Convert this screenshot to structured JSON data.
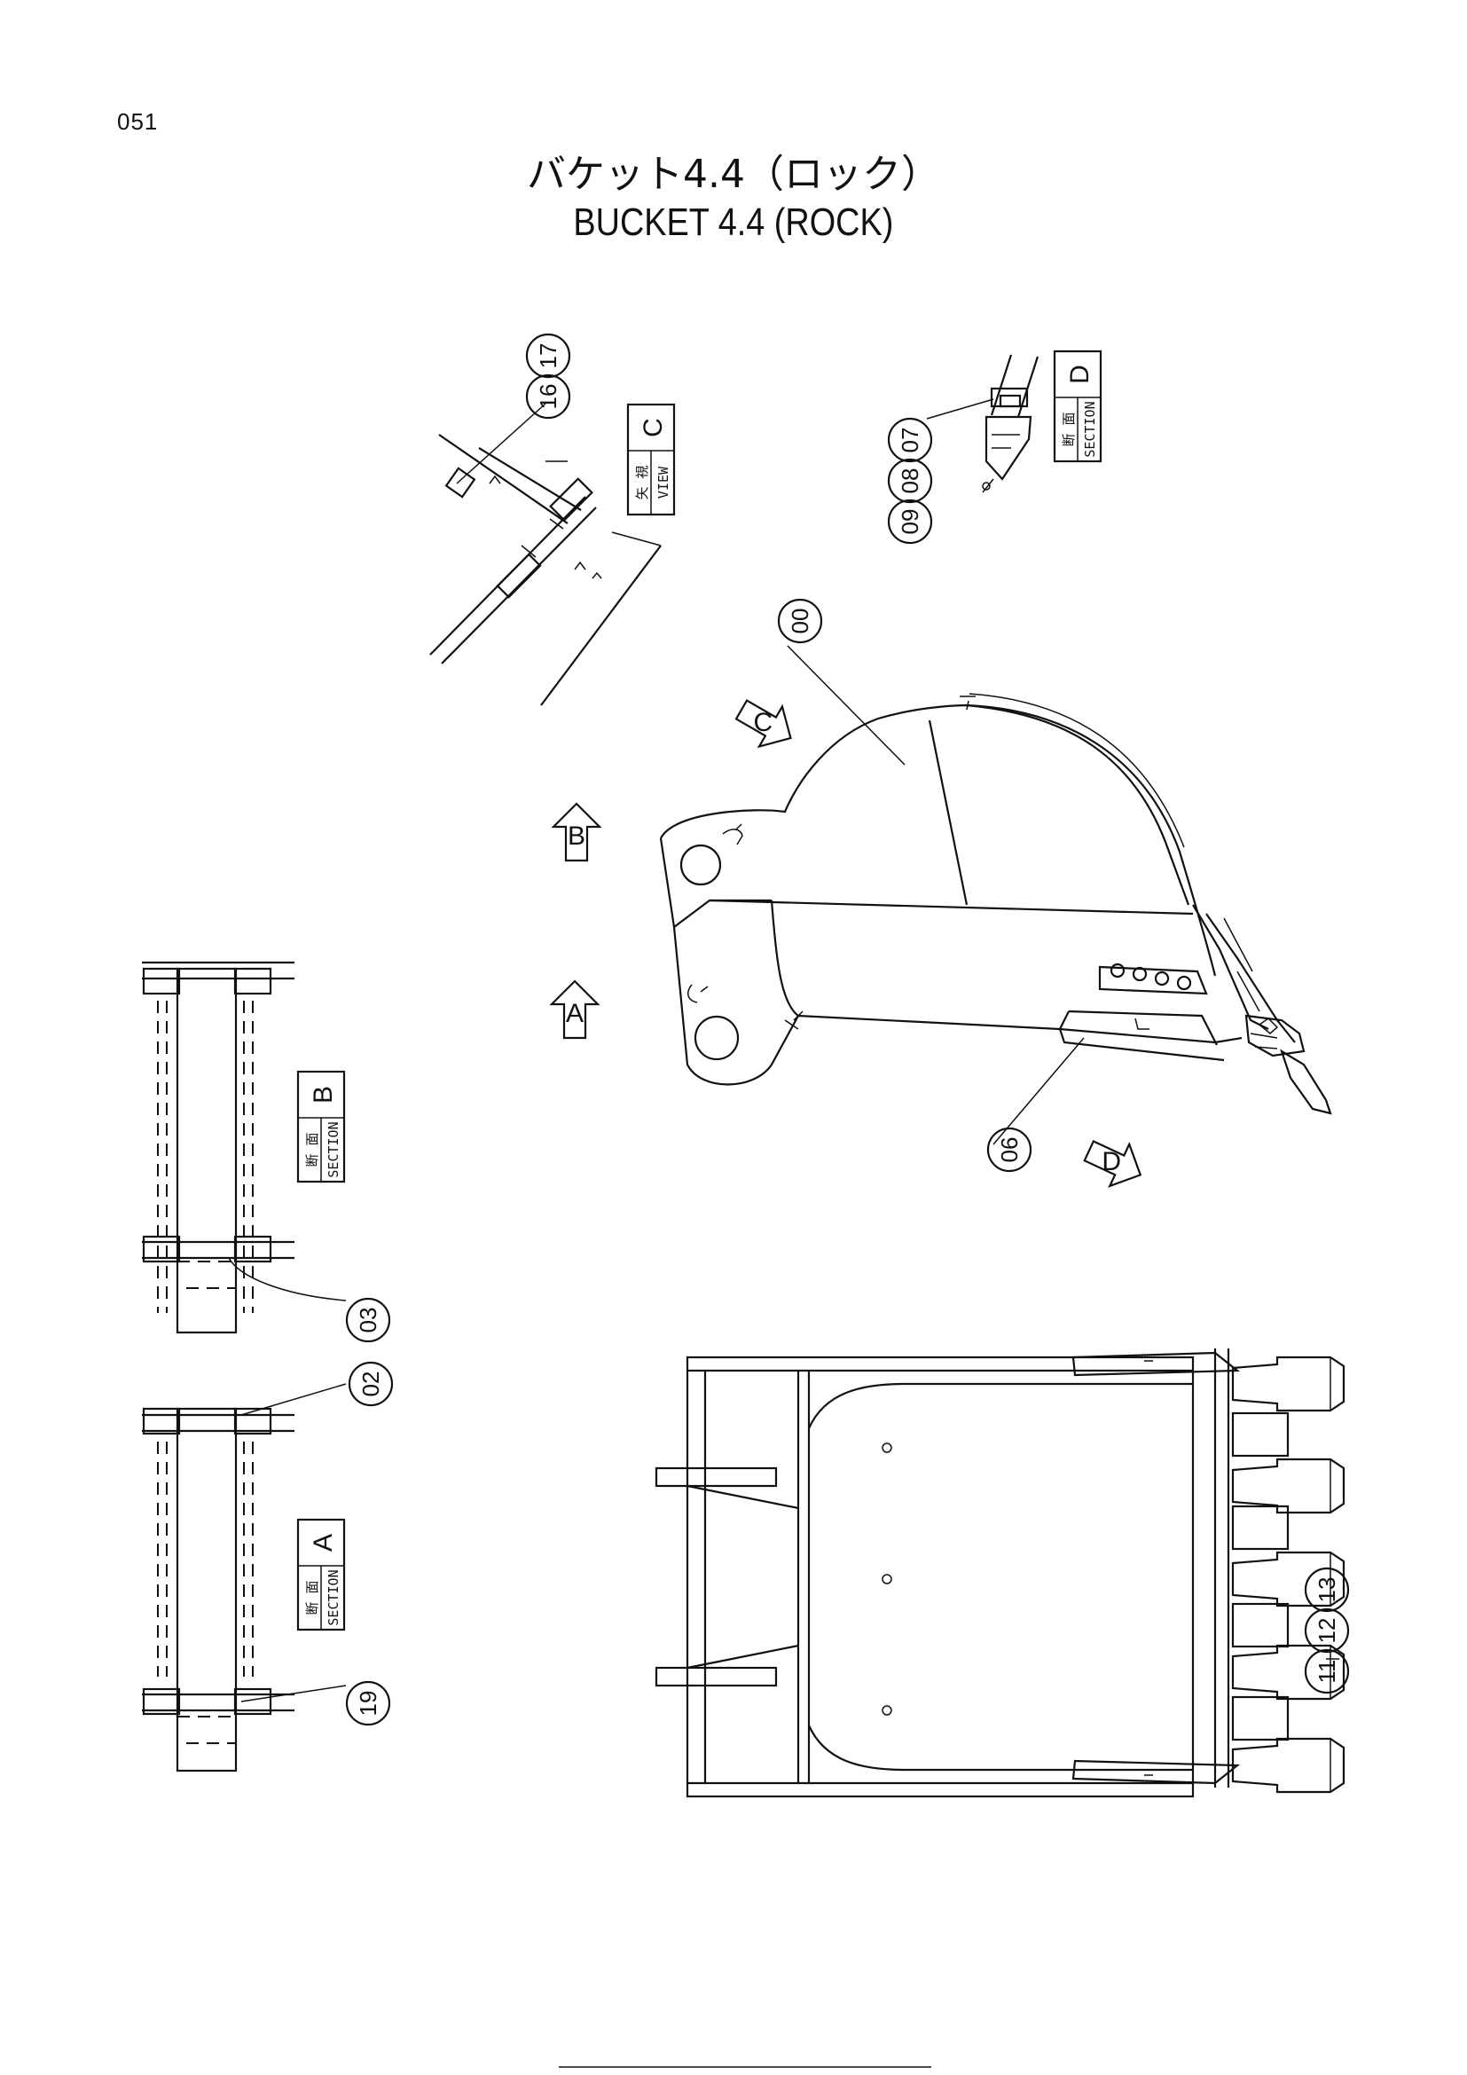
{
  "page": {
    "number": "051"
  },
  "title": {
    "japanese": "バケット4.4（ロック）",
    "english": "BUCKET 4.4 (ROCK)"
  },
  "part_callouts": [
    {
      "id": "callout-00",
      "digits": [
        "00"
      ]
    },
    {
      "id": "callout-06",
      "digits": [
        "06"
      ]
    },
    {
      "id": "callout-03",
      "digits": [
        "03"
      ]
    },
    {
      "id": "callout-02",
      "digits": [
        "02"
      ]
    },
    {
      "id": "callout-19",
      "digits": [
        "19"
      ]
    },
    {
      "id": "callout-1617",
      "digits": [
        "16",
        "17"
      ]
    },
    {
      "id": "callout-090807",
      "digits": [
        "09",
        "08",
        "07"
      ]
    },
    {
      "id": "callout-111213",
      "digits": [
        "11",
        "12",
        "13"
      ]
    }
  ],
  "view_arrows": [
    "A",
    "B",
    "C",
    "D"
  ],
  "section_labels": [
    {
      "kanji": "断 面",
      "caption": "SECTION",
      "letter": "A"
    },
    {
      "kanji": "断 面",
      "caption": "SECTION",
      "letter": "B"
    },
    {
      "kanji": "矢 視",
      "caption": "VIEW",
      "letter": "C"
    },
    {
      "kanji": "断 面",
      "caption": "SECTION",
      "letter": "D"
    }
  ]
}
